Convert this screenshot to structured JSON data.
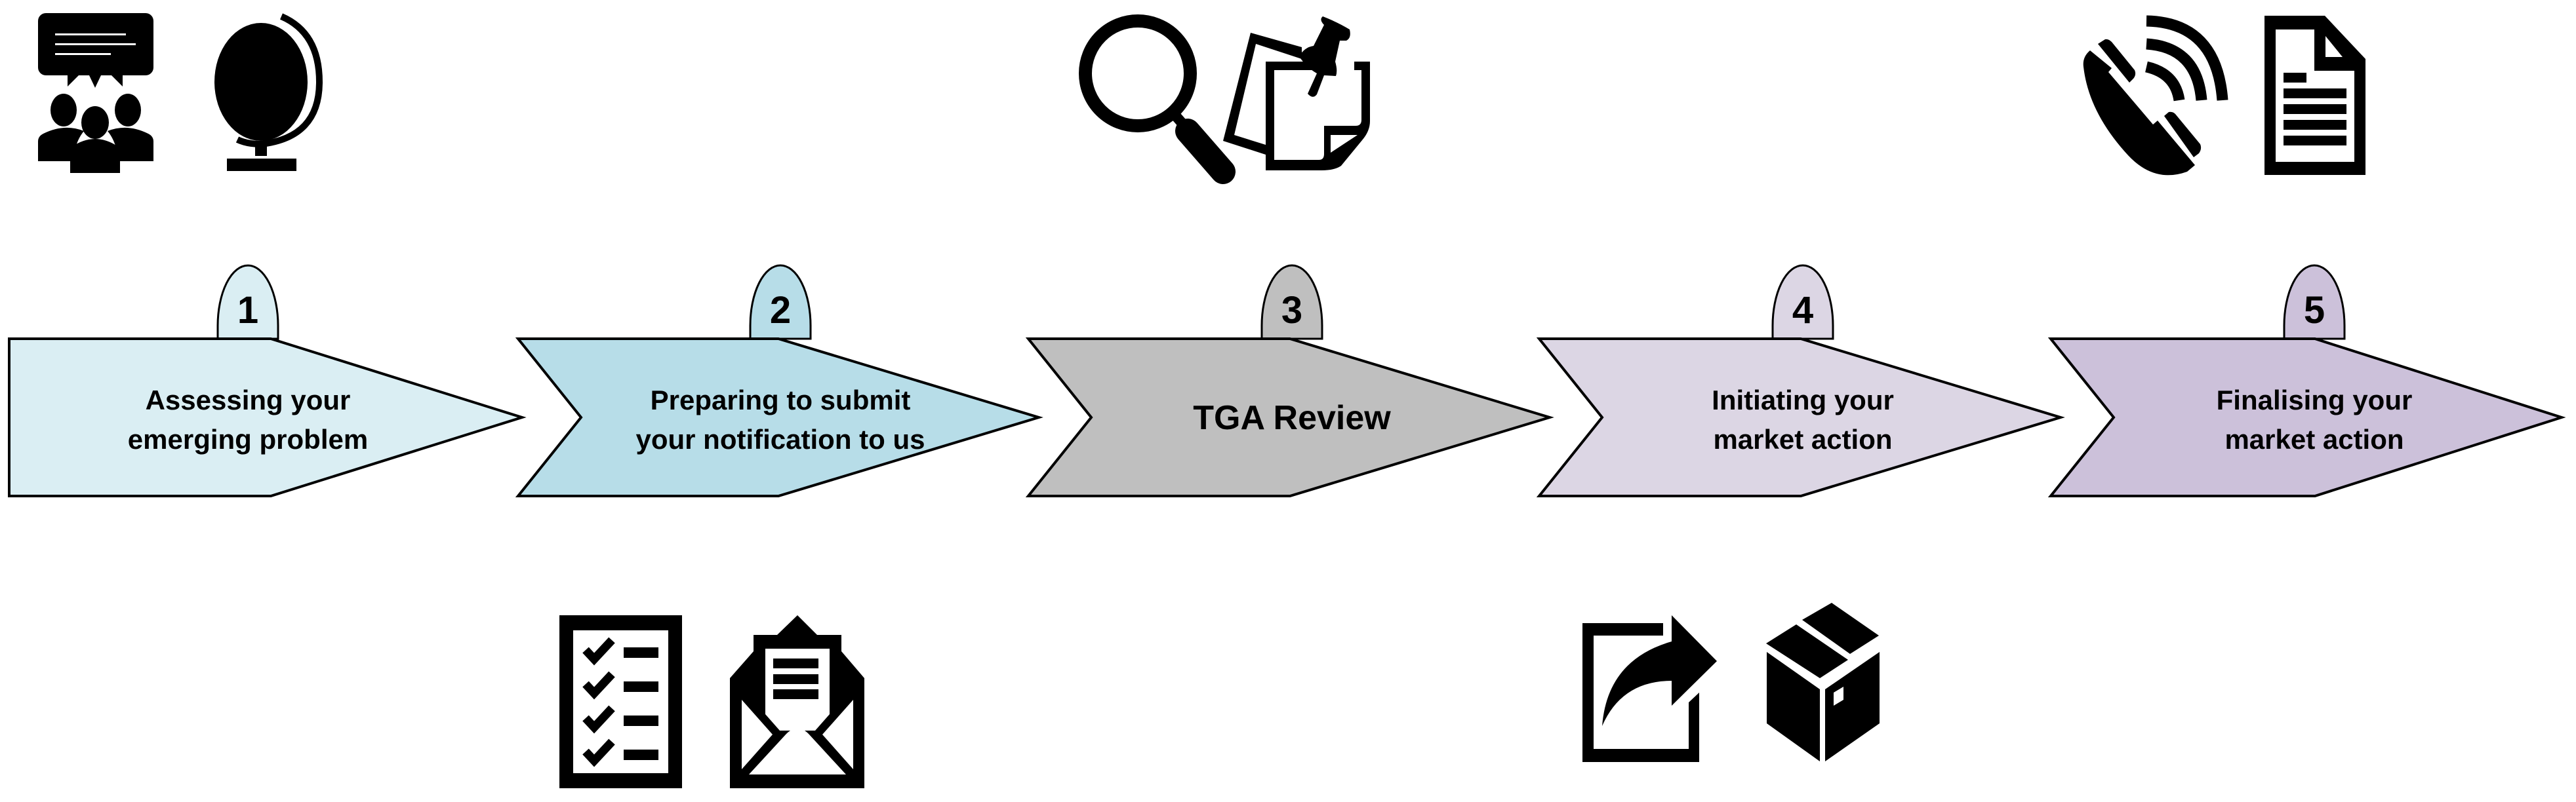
{
  "diagram": {
    "type": "process-flow",
    "steps": [
      {
        "number": "1",
        "label_lines": [
          "Assessing your",
          "emerging problem"
        ],
        "fill": "#DAEEF3",
        "icons": [
          "meeting-speech-icon",
          "globe-icon"
        ],
        "icon_position": "top"
      },
      {
        "number": "2",
        "label_lines": [
          "Preparing to submit",
          "your notification to us"
        ],
        "fill": "#B7DDE8",
        "icons": [
          "checklist-icon",
          "open-envelope-icon"
        ],
        "icon_position": "bottom"
      },
      {
        "number": "3",
        "label_lines": [
          "TGA Review"
        ],
        "fill": "#BFBFBF",
        "icons": [
          "magnifying-glass-icon",
          "pinned-notes-icon"
        ],
        "icon_position": "top"
      },
      {
        "number": "4",
        "label_lines": [
          "Initiating your",
          "market action"
        ],
        "fill": "#DCD6E4",
        "icons": [
          "share-arrow-icon",
          "package-box-icon"
        ],
        "icon_position": "bottom"
      },
      {
        "number": "5",
        "label_lines": [
          "Finalising your",
          "market action"
        ],
        "fill": "#CCC1DA",
        "icons": [
          "phone-call-icon",
          "document-icon"
        ],
        "icon_position": "top"
      }
    ],
    "stroke_color": "#000000",
    "icon_color": "#000000"
  }
}
